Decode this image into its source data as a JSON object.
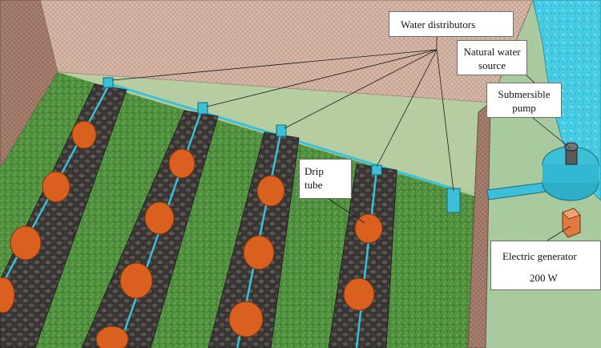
{
  "labels": {
    "water_distributors": "Water distributors",
    "natural_water_source_line1": "Natural water",
    "natural_water_source_line2": "source",
    "submersible_pump_line1": "Submersible",
    "submersible_pump_line2": "pump",
    "drip_tube_line1": "Drip",
    "drip_tube_line2": "tube",
    "electric_generator": "Electric generator",
    "generator_power": "200 W"
  },
  "colors": {
    "background_green": "#a9c99f",
    "grass": "#4d8b3e",
    "wall": "#d9b8a8",
    "wall_mesh": "#b39484",
    "bed_stones": "#3f3c3a",
    "emitter_pots": "#d9601e",
    "pipe": "#3cc0d8",
    "water": "#40c7e0"
  },
  "icons": {
    "pump": "submersible-pump-icon",
    "generator": "generator-icon",
    "emitter": "clay-pot-emitter-icon"
  }
}
